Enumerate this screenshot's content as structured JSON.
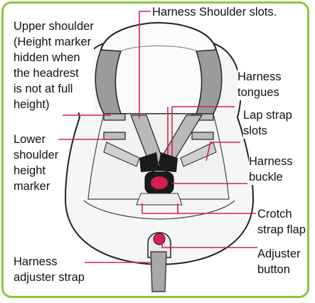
{
  "labels": {
    "harness_shoulder_slots": "Harness Shoulder slots.",
    "upper_shoulder": [
      "Upper shoulder",
      "(Height marker",
      "hidden when",
      "the headrest",
      "is not at full",
      "height)"
    ],
    "lower_shoulder": [
      "Lower",
      "shoulder",
      "height",
      "marker"
    ],
    "harness_tongues": [
      "Harness",
      "tongues"
    ],
    "lap_strap_slots": [
      "Lap strap",
      "slots"
    ],
    "harness_buckle": [
      "Harness",
      "buckle"
    ],
    "crotch_strap_flap": [
      "Crotch",
      "strap flap"
    ],
    "adjuster_button": [
      "Adjuster",
      "button"
    ],
    "harness_adjuster_strap": [
      "Harness",
      "adjuster strap"
    ]
  },
  "colors": {
    "frame": "#8cc63f",
    "leader_line": "#d6204b",
    "seat_outline": "#222222",
    "seat_fill": "#f6f6f6",
    "headrest_side": "#9b9b9b",
    "strap": "#b9b9b9",
    "buckle": "#1a1a1a",
    "buckle_button": "#d6204b"
  },
  "icons": [
    "car-seat-illustration"
  ]
}
